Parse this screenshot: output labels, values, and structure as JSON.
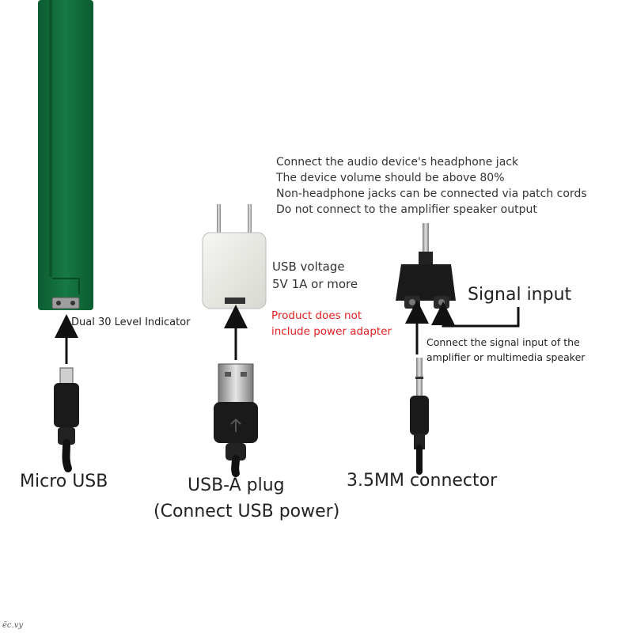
{
  "notes": {
    "line1": "Connect the audio device's headphone jack",
    "line2": "The device volume should be above 80%",
    "line3": "Non-headphone jacks can be connected via patch cords",
    "line4": "Do not connect to the amplifier speaker output"
  },
  "usb_power": {
    "line1": "USB voltage",
    "line2": "5V 1A or more"
  },
  "warning": {
    "line1": "Product does not",
    "line2": "include power adapter"
  },
  "indicator_label": "Dual 30 Level Indicator",
  "signal_input_label": "Signal input",
  "signal_note": {
    "line1": "Connect the signal input of the",
    "line2": "amplifier or multimedia speaker"
  },
  "captions": {
    "micro_usb": "Micro USB",
    "usb_a": "USB-A plug",
    "usb_a_sub": "(Connect USB power)",
    "jack": "3.5MM connector"
  },
  "watermark": "ẽc.vy",
  "colors": {
    "pcb": "#116b3a",
    "warning": "#e52222",
    "cable": "#111111"
  }
}
